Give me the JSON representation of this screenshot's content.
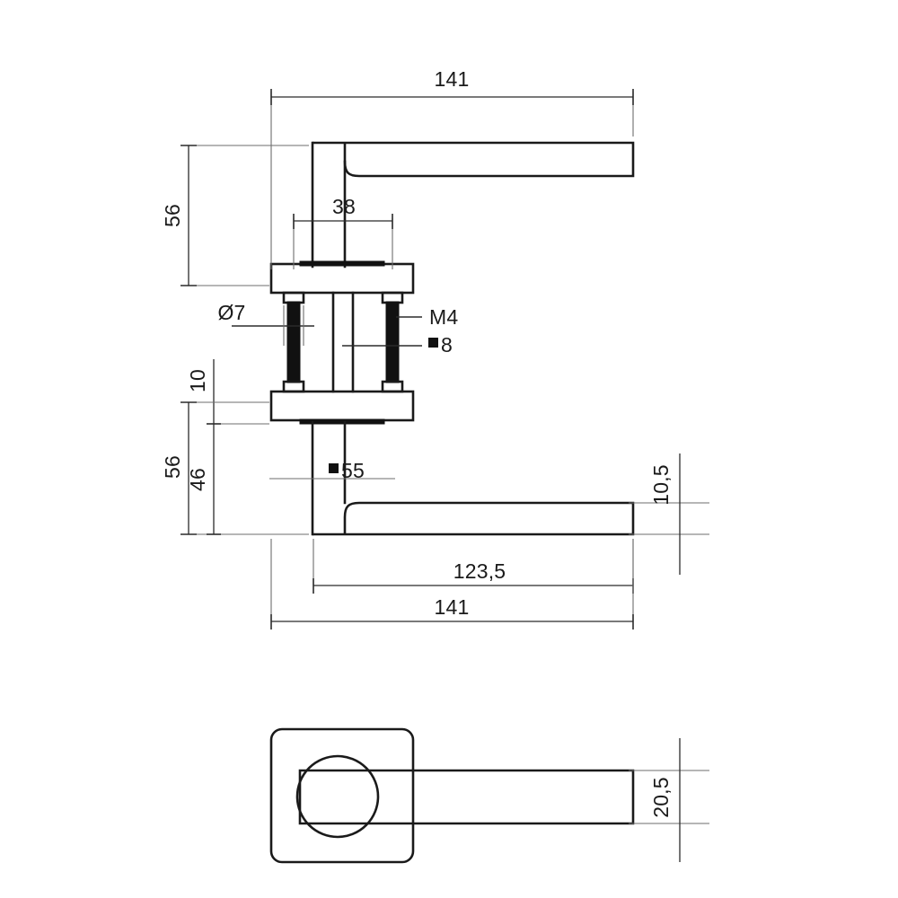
{
  "document": {
    "type": "technical-drawing",
    "subject": "door-lever-handle-on-square-rosette",
    "background_color": "#ffffff",
    "line_color": "#1a1a1a",
    "dimension_line_color": "#2b2b2b",
    "extension_line_color": "#6d6d6d",
    "units": "mm (implied, not printed)"
  },
  "views": {
    "front": {
      "name": "front-elevation-view",
      "description": "Lever handle pair shown front-on with two rosettes and connecting bolts"
    },
    "side": {
      "name": "plan-view",
      "description": "Square rosette with circular collar and lever arm seen from above"
    }
  },
  "dimensions": {
    "top_overall_length": "141",
    "neck_offset": "38",
    "upper_height": "56",
    "bolt_hole_diameter": "Ø7",
    "bolt_thread": "M4",
    "spindle_size": "8",
    "spindle_marker": "■",
    "rosette_gap": "10",
    "lower_height": "56",
    "lower_inner_height": "46",
    "rosette_square": "55",
    "rosette_square_marker": "■",
    "lever_thickness": "10,5",
    "bottom_overall_length": "141",
    "bottom_inner_length": "123,5",
    "plan_lever_width": "20,5"
  },
  "labels": [
    {
      "id": "len-141-top",
      "text": "141",
      "orientation": "horizontal"
    },
    {
      "id": "neck-38",
      "text": "38",
      "orientation": "horizontal"
    },
    {
      "id": "height-56-top",
      "text": "56",
      "orientation": "vertical"
    },
    {
      "id": "hole-d7",
      "text": "Ø7",
      "orientation": "horizontal"
    },
    {
      "id": "thread-m4",
      "text": "M4",
      "orientation": "horizontal"
    },
    {
      "id": "spindle-8",
      "text": "8",
      "orientation": "horizontal",
      "prefix_marker": "square"
    },
    {
      "id": "gap-10",
      "text": "10",
      "orientation": "vertical"
    },
    {
      "id": "height-56-bottom",
      "text": "56",
      "orientation": "vertical"
    },
    {
      "id": "height-46",
      "text": "46",
      "orientation": "vertical"
    },
    {
      "id": "rosette-55",
      "text": "55",
      "orientation": "horizontal",
      "prefix_marker": "square"
    },
    {
      "id": "thickness-10-5",
      "text": "10,5",
      "orientation": "vertical"
    },
    {
      "id": "len-123-5",
      "text": "123,5",
      "orientation": "horizontal"
    },
    {
      "id": "len-141-bottom",
      "text": "141",
      "orientation": "horizontal"
    },
    {
      "id": "plan-20-5",
      "text": "20,5",
      "orientation": "vertical"
    }
  ]
}
